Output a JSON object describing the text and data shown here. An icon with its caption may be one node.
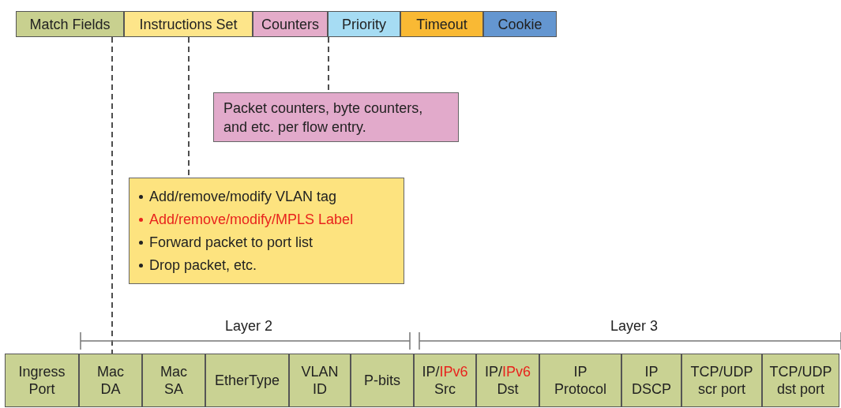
{
  "diagram": {
    "nodes": [
      {
        "text": [
          "Match Fields"
        ]
      },
      {
        "text": [
          "Instructions Set"
        ]
      },
      {
        "text": [
          "Counters"
        ]
      },
      {
        "text": [
          "Priority"
        ]
      },
      {
        "text": [
          "Timeout"
        ]
      },
      {
        "text": [
          "Cookie"
        ]
      },
      {
        "text": [
          "Packet counters, byte counters, and etc. per flow entry."
        ]
      },
      {
        "text": [
          "Add/remove/modify VLAN tag",
          "Add/remove/modify/MPLS Label",
          "Forward packet to port list",
          "Drop packet, etc."
        ]
      },
      {
        "text": [
          "Ingress Port"
        ]
      },
      {
        "text": [
          "Mac DA"
        ]
      },
      {
        "text": [
          "Mac SA"
        ]
      },
      {
        "text": [
          "EtherType"
        ]
      },
      {
        "text": [
          "VLAN ID"
        ]
      },
      {
        "text": [
          "P-bits"
        ]
      },
      {
        "text": [
          "IP/IPv6 Src"
        ]
      },
      {
        "text": [
          "IP/IPv6 Dst"
        ]
      },
      {
        "text": [
          "IP Protocol"
        ]
      },
      {
        "text": [
          "IP DSCP"
        ]
      },
      {
        "text": [
          "TCP/UDP scr port"
        ]
      },
      {
        "text": [
          "TCP/UDP dst port"
        ]
      }
    ],
    "edges": [
      {
        "from": 0,
        "to": 9,
        "arrow": "none",
        "style": "dashed"
      },
      {
        "from": 1,
        "to": 7,
        "arrow": "none",
        "style": "dashed"
      },
      {
        "from": 2,
        "to": 6,
        "arrow": "none",
        "style": "dashed"
      }
    ],
    "labels": [
      "Layer 2",
      "Layer 3"
    ]
  }
}
